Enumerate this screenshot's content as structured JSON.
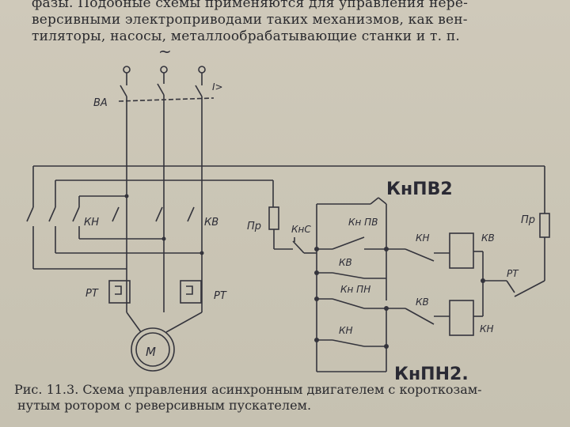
{
  "top_text": {
    "line1": "фазы. Подобные схемы применяются для управления нере-",
    "line2": "версивными электроприводами таких механизмов, как вен-",
    "line3": "тиляторы, насосы, металлообрабатывающие станки и т. п."
  },
  "diagram": {
    "ac_symbol": "~",
    "breaker_label": "ВА",
    "overcurrent_label": "I>",
    "contactor_forward": "КН",
    "contactor_reverse": "КВ",
    "thermal_relay_left": "РТ",
    "thermal_relay_right": "РТ",
    "motor": "М",
    "fuse_left": "Пр",
    "fuse_right": "Пр",
    "stop_button": "КнС",
    "button_reverse": "Кн ПВ",
    "interlock_kv": "КВ",
    "button_forward": "Кн ПН",
    "hold_kn": "КН",
    "coil_kv_contact": "КН",
    "coil_kv": "КВ",
    "coil_kn_contact": "КВ",
    "coil_kn": "КН",
    "rt_contact": "РТ",
    "handwritten_top": "КнПВ2",
    "handwritten_bottom": "КнПН2."
  },
  "caption": {
    "line1": "Рис. 11.3. Схема управления асинхронным двигателем с короткозам-",
    "line2": "нутым ротором с реверсивным пускателем."
  }
}
